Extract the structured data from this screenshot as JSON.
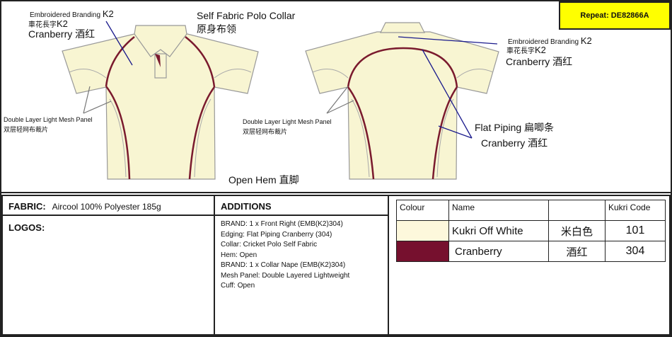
{
  "repeat_label": "Repeat:  DE82866A",
  "front": {
    "branding_en": "Embroidered Branding ",
    "branding_k2": "K2",
    "branding_cn": "車花長字",
    "branding_colour": "Cranberry 酒红",
    "collar_en": "Self Fabric Polo Collar",
    "collar_cn": "原身布领",
    "mesh_en": "Double Layer Light Mesh Panel",
    "mesh_cn": "双层轻网布裁片",
    "hem": "Open Hem 直脚"
  },
  "back": {
    "branding_en": "Embroidered Branding ",
    "branding_k2": "K2",
    "branding_cn": "車花長字",
    "branding_colour": "Cranberry 酒红",
    "mesh_en": "Double Layer Light Mesh Panel",
    "mesh_cn": "双层轻网布裁片",
    "piping_en": "Flat Piping 扁唧条",
    "piping_colour": "Cranberry 酒红"
  },
  "fabric": {
    "label": "FABRIC:",
    "value": "Aircool 100% Polyester 185g"
  },
  "logos": {
    "label": "LOGOS:"
  },
  "additions": {
    "label": "ADDITIONS",
    "lines": [
      "BRAND: 1 x Front Right (EMB(K2)304)",
      "Edging: Flat Piping Cranberry (304)",
      "Collar: Cricket Polo Self Fabric",
      "Hem: Open",
      "BRAND: 1 x Collar Nape (EMB(K2)304)",
      "Mesh Panel: Double Layered Lightweight",
      "Cuff: Open"
    ]
  },
  "colour_table": {
    "headers": [
      "Colour",
      "Name",
      "",
      "Kukri Code"
    ],
    "rows": [
      {
        "swatch": "#fdf8dc",
        "name": "Kukri Off White",
        "cn": "米白色",
        "code": "101"
      },
      {
        "swatch": "#76102e",
        "name": "Cranberry",
        "cn": "酒红",
        "code": "304"
      }
    ]
  },
  "colors": {
    "shirt": "#f8f5d2",
    "piping": "#7a1a2e",
    "leader_blue": "#1a1a8c",
    "leader_gray": "#777777",
    "repeat_bg": "#ffff00"
  }
}
